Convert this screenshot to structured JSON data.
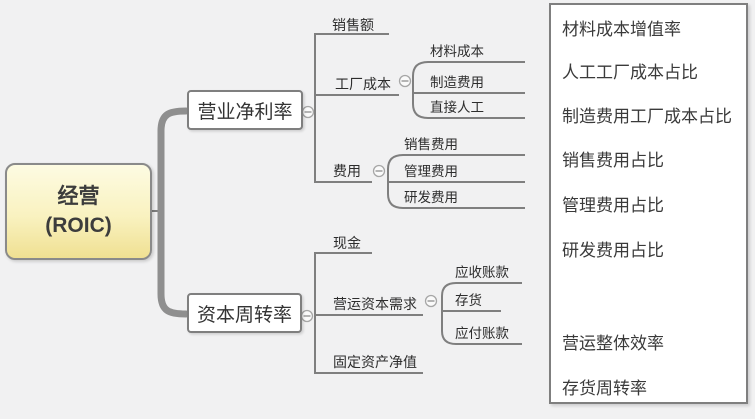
{
  "colors": {
    "background": "#f1f1f2",
    "thin_line": "#7f7f7f",
    "thick_bracket": "#8f8f8f",
    "root_fill_top": "#fdfbe2",
    "root_fill_bottom": "#f0e092",
    "node_border": "#7f7f7f",
    "node_background": "#ffffff",
    "text": "#333333",
    "panel_background": "#ffffff"
  },
  "icons": {
    "collapse_toggle": "circled-minus"
  },
  "mindmap": {
    "root": {
      "title": "经营",
      "subtitle": "(ROIC)"
    },
    "branches": [
      {
        "label": "营业净利率",
        "children": [
          {
            "label": "销售额",
            "children": []
          },
          {
            "label": "工厂成本",
            "children": [
              {
                "label": "材料成本"
              },
              {
                "label": "制造费用"
              },
              {
                "label": "直接人工"
              }
            ]
          },
          {
            "label": "费用",
            "children": [
              {
                "label": "销售费用"
              },
              {
                "label": "管理费用"
              },
              {
                "label": "研发费用"
              }
            ]
          }
        ]
      },
      {
        "label": "资本周转率",
        "children": [
          {
            "label": "现金",
            "children": []
          },
          {
            "label": "营运资本需求",
            "children": [
              {
                "label": "应收账款"
              },
              {
                "label": "存货"
              },
              {
                "label": "应付账款"
              }
            ]
          },
          {
            "label": "固定资产净值",
            "children": []
          }
        ]
      }
    ]
  },
  "panel": {
    "items": [
      "材料成本增值率",
      "人工工厂成本占比",
      "制造费用工厂成本占比",
      "销售费用占比",
      "管理费用占比",
      "研发费用占比",
      "营运整体效率",
      "存货周转率"
    ]
  }
}
